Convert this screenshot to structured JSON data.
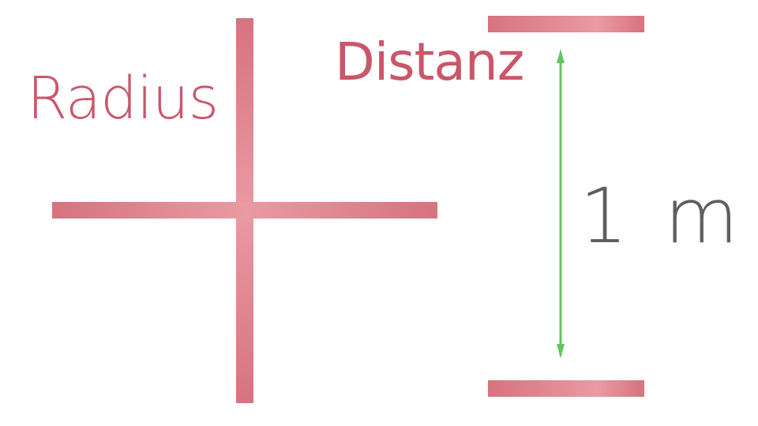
{
  "labels": {
    "radius": "Radius",
    "distanz": "Distanz",
    "value": "1 m"
  },
  "colors": {
    "primary_text": "#c9576a",
    "value_text": "#5f5f5f",
    "bar_edge": "#d6737f",
    "bar_center": "#e99aa3",
    "arrow": "#62c461"
  }
}
